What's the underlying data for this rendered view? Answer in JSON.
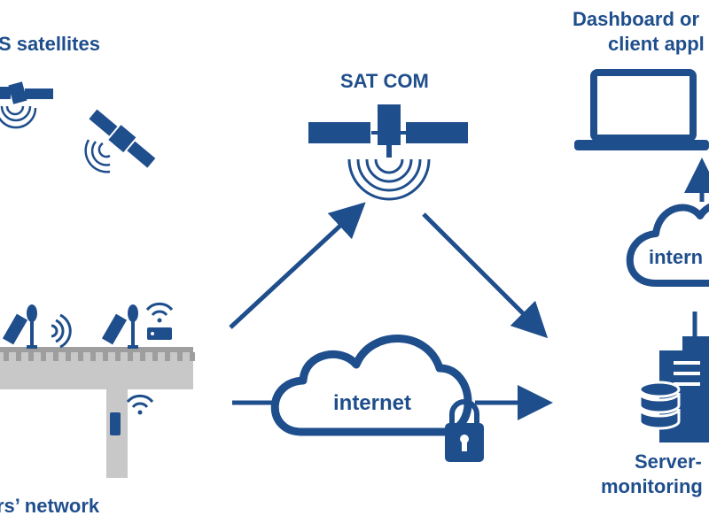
{
  "labels": {
    "gnss": "S satellites",
    "satcom": "SAT COM",
    "dashboard_line1": "Dashboard or",
    "dashboard_line2": "client appl",
    "network": "rs’ network",
    "internet_center": "internet",
    "internet_right": "intern",
    "server_line1": "Server-",
    "server_line2": "monitoring"
  },
  "icons": [
    "satellite-icon",
    "signal-waves-icon",
    "laptop-icon",
    "cloud-icon",
    "lock-icon",
    "server-building-icon",
    "database-icon",
    "wifi-icon",
    "gnss-antenna-icon"
  ],
  "colors": {
    "primary": "#1f4e8c",
    "bridge": "#c8c8c8",
    "bridge_dark": "#9e9e9e",
    "background": "#ffffff"
  }
}
